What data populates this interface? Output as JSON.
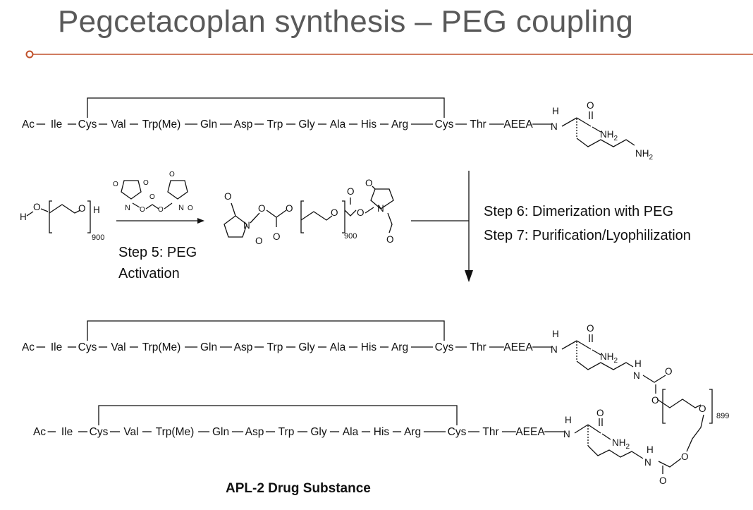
{
  "slide": {
    "title": "Pegcetacoplan synthesis – PEG coupling",
    "accent_color": "#c0512b"
  },
  "peptide": {
    "residues": [
      "Ac",
      "Ile",
      "Cys",
      "Val",
      "Trp(Me)",
      "Gln",
      "Asp",
      "Trp",
      "Gly",
      "Ala",
      "His",
      "Arg",
      "Cys",
      "Thr",
      "AEEA"
    ]
  },
  "atoms": {
    "H": "H",
    "N": "N",
    "O": "O",
    "NH": "NH",
    "NH2_main": "NH",
    "NH2_sub": "2"
  },
  "peg": {
    "n_start": "900",
    "n_activated": "900",
    "n_final": "899"
  },
  "steps": {
    "step5_line1": "Step 5: PEG",
    "step5_line2": "Activation",
    "step6": "Step 6: Dimerization with PEG",
    "step7": "Step 7: Purification/Lyophilization"
  },
  "product": {
    "label": "APL-2 Drug Substance"
  }
}
